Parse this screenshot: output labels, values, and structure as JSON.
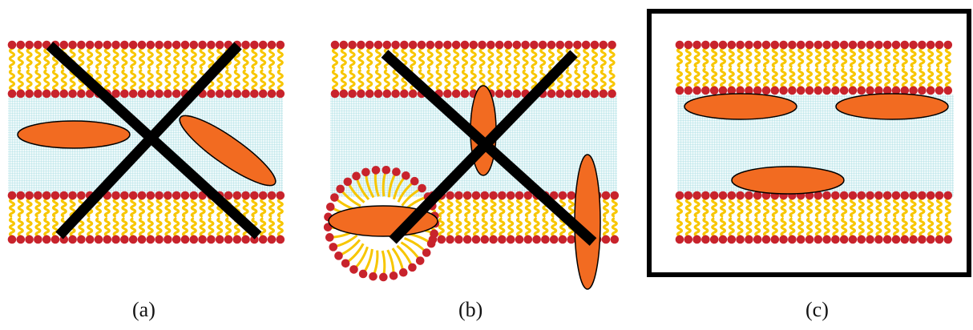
{
  "colors": {
    "head": "#c8232c",
    "tail": "#f7c600",
    "water": "#a7dde2",
    "water_bg": "#eef9fa",
    "molecule": "#f26b21",
    "outline": "#000000",
    "cross": "#000000"
  },
  "panels": [
    {
      "id": "a",
      "label": "(a)",
      "crossed": true,
      "framed": false
    },
    {
      "id": "b",
      "label": "(b)",
      "crossed": true,
      "framed": false
    },
    {
      "id": "c",
      "label": "(c)",
      "crossed": false,
      "framed": true
    }
  ]
}
